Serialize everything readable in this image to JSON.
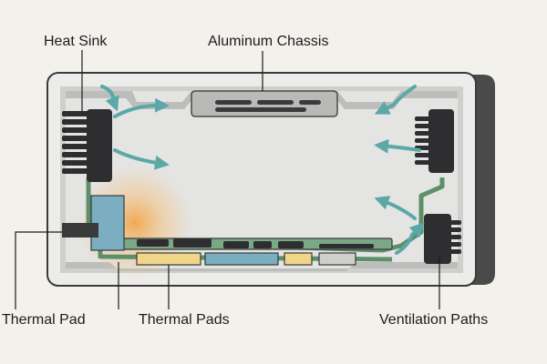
{
  "labels": {
    "heat_sink": "Heat Sink",
    "chassis": "Aluminum Chassis",
    "thermal_pad": "Thermal Pad",
    "thermal_pads": "Thermal Pads",
    "ventilation_paths": "Ventilation Paths"
  },
  "colors": {
    "background": "#f3f1ec",
    "chassis_outline": "#3a3a3a",
    "chassis_fill": "#d6d6d4",
    "interior": "#e4e4e2",
    "pcb_trace": "#5e8f6a",
    "heatsink": "#2e2e30",
    "airflow_arrow": "#5aa8a8",
    "heat_glow": "#f0a64a",
    "thermal_pad_blue": "#7aaec0",
    "thermal_pad_yellow": "#f1d68a"
  },
  "icons": [
    "heat-sink-icon",
    "airflow-arrow-icon",
    "vent-slot-icon"
  ]
}
